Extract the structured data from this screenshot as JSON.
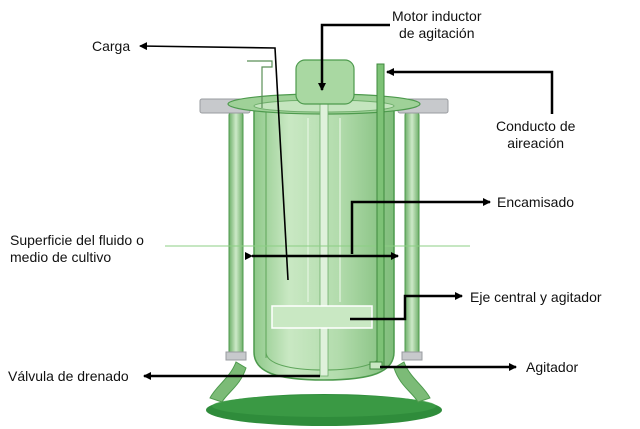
{
  "labels": {
    "motor": "Motor inductor\nde agitación",
    "carga": "Carga",
    "conducto": "Conducto de\naireación",
    "encamisado": "Encamisado",
    "superficie": "Superficie del fluido o\nmedio de cultivo",
    "eje": "Eje central y agitador",
    "valvula": "Válvula de drenado",
    "agitador": "Agitador"
  },
  "colors": {
    "vessel_fill": "#b5dcae",
    "vessel_dark": "#4d9a4d",
    "vessel_edge": "#6fae6b",
    "drain_fill": "#2e8a3a",
    "rim_gray": "#c7c9cc",
    "arrow": "#000000",
    "text": "#111111"
  }
}
